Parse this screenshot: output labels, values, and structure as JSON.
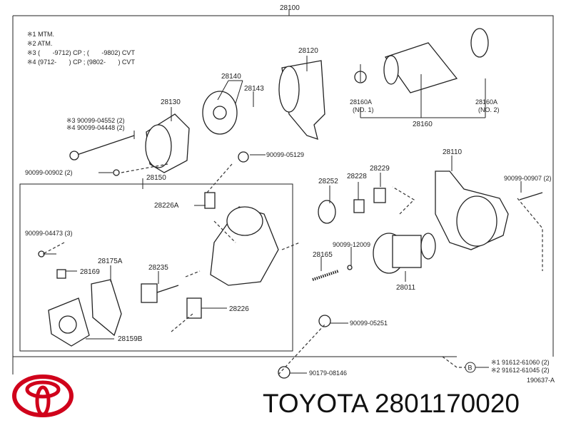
{
  "diagram": {
    "assembly": "28100",
    "notes": [
      {
        "mark": "※1",
        "text": "MTM."
      },
      {
        "mark": "※2",
        "text": "ATM."
      },
      {
        "mark": "※3",
        "text": "(       -9712) CP ; (       -9802) CVT"
      },
      {
        "mark": "※4",
        "text": "(9712-       ) CP ; (9802-       ) CVT"
      }
    ],
    "labels": {
      "p28120": "28120",
      "p28140": "28140",
      "p28143": "28143",
      "p28130": "28130",
      "bolt3": "※3 90099-04552 (2)",
      "bolt4": "※4 90099-04448 (2)",
      "p28160a1": "28160A",
      "p28160a1n": "(NO. 1)",
      "p28160a2": "28160A",
      "p28160a2n": "(NO. 2)",
      "p28160": "28160",
      "p05129": "90099-05129",
      "p00902": "90099-00902 (2)",
      "p28150": "28150",
      "p28110": "28110",
      "p00907": "90099-00907 (2)",
      "p28252": "28252",
      "p28228": "28228",
      "p28229": "28229",
      "p28226a": "28226A",
      "p04473": "90099-04473 (3)",
      "p28169": "28169",
      "p28175a": "28175A",
      "p28235": "28235",
      "p28165": "28165",
      "p12009": "90099-12009",
      "p28011": "28011",
      "p28226": "28226",
      "p28159b": "28159B",
      "p05251": "90099-05251",
      "p08146": "90179-08146",
      "circleB": "B",
      "b1": "※1 91612-61060 (2)",
      "b2": "※2 91612-61045 (2)",
      "ref": "190637-A"
    }
  },
  "footer": {
    "brand": "TOYOTA",
    "part_number": "2801170020",
    "title": "TOYOTA 2801170020",
    "logo_color": "#d0021b"
  }
}
